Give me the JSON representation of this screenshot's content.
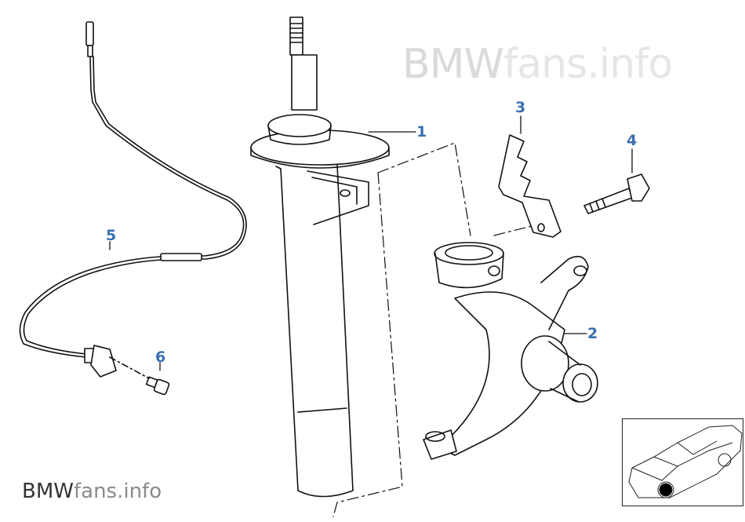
{
  "watermark_top": {
    "brand": "BMW",
    "suffix": "fans.info"
  },
  "watermark_bottom": {
    "brand": "BMW",
    "suffix": "fans.info"
  },
  "callouts": [
    "1",
    "2",
    "3",
    "4",
    "5",
    "6"
  ],
  "colors": {
    "callout": "#3a6fb0",
    "line": "#111111",
    "watermark": "#dadada"
  }
}
